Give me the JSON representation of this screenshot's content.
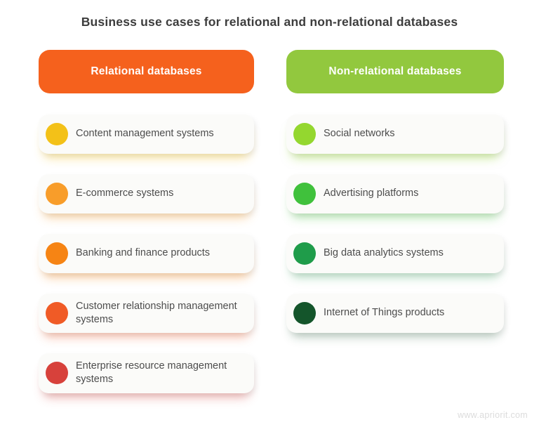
{
  "page": {
    "title": "Business use cases for relational and non-relational databases",
    "watermark": "www.apriorit.com"
  },
  "columns": [
    {
      "id": "relational",
      "header": {
        "label": "Relational databases",
        "bg": "#f5611d"
      },
      "items": [
        {
          "label": "Content management systems",
          "dot": "#f3c118",
          "tint": "rgba(243,193,24,0.45)"
        },
        {
          "label": "E-commerce systems",
          "dot": "#f89d2a",
          "tint": "rgba(248,157,42,0.45)"
        },
        {
          "label": "Banking and finance products",
          "dot": "#f68414",
          "tint": "rgba(246,132,20,0.45)"
        },
        {
          "label": "Customer relationship management systems",
          "dot": "#f05b26",
          "tint": "rgba(240,91,38,0.42)"
        },
        {
          "label": "Enterprise resource management systems",
          "dot": "#d7413b",
          "tint": "rgba(215,65,59,0.42)"
        }
      ]
    },
    {
      "id": "non-relational",
      "header": {
        "label": "Non-relational databases",
        "bg": "#92c83e"
      },
      "items": [
        {
          "label": "Social networks",
          "dot": "#94d72f",
          "tint": "rgba(148,215,47,0.5)"
        },
        {
          "label": "Advertising platforms",
          "dot": "#40c13c",
          "tint": "rgba(64,193,60,0.42)"
        },
        {
          "label": "Big data analytics systems",
          "dot": "#1f9c4a",
          "tint": "rgba(31,156,74,0.35)"
        },
        {
          "label": "Internet of Things products",
          "dot": "#14552b",
          "tint": "rgba(20,85,43,0.3)"
        }
      ]
    }
  ]
}
